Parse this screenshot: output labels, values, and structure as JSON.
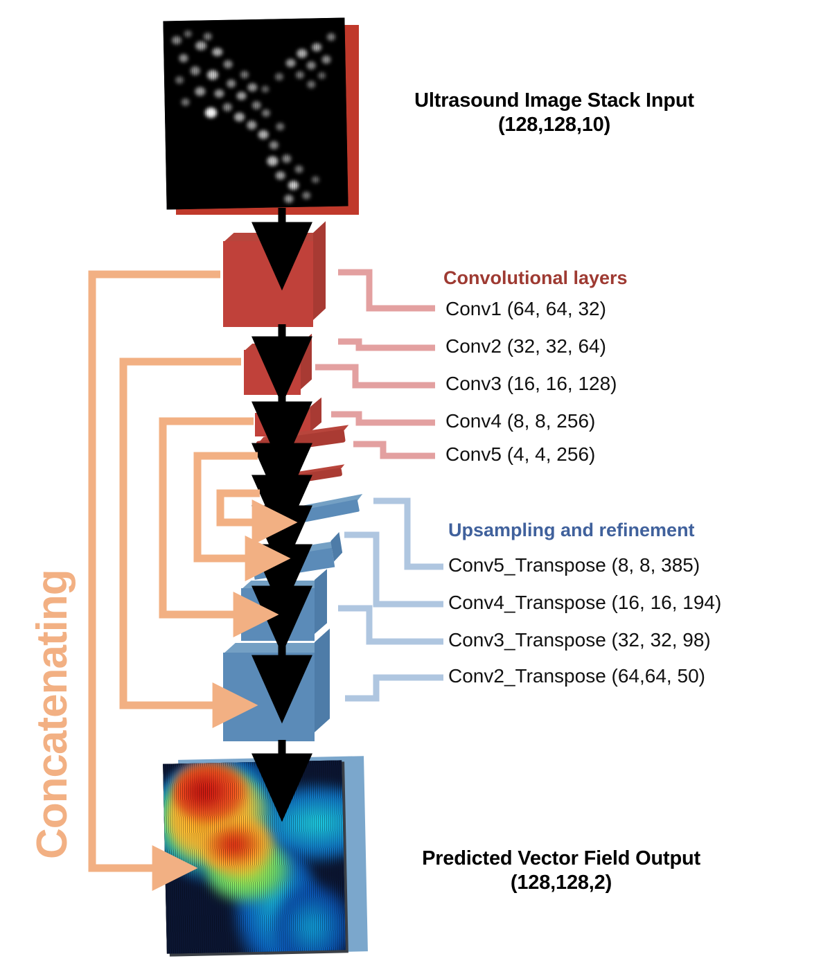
{
  "diagram": {
    "title_semantic": "Encoder-decoder CNN architecture for ultrasound vector field prediction",
    "concat_label": "Concatenating"
  },
  "input": {
    "caption_line1": "Ultrasound Image Stack Input",
    "caption_line2": "(128,128,10)",
    "shape": "(128,128,10)",
    "backplate_color": "#C0392B"
  },
  "output": {
    "caption_line1": "Predicted Vector Field Output",
    "caption_line2": "(128,128,2)",
    "shape": "(128,128,2)",
    "backplate_color": "#7BA7CC"
  },
  "encoder": {
    "header": "Convolutional layers",
    "header_color": "#9E3A32",
    "leader_color": "#E3A0A0",
    "block_color": "#C0413A",
    "items": [
      {
        "label": "Conv1 (64, 64, 32)",
        "name": "Conv1",
        "shape": "(64, 64, 32)"
      },
      {
        "label": "Conv2 (32, 32, 64)",
        "name": "Conv2",
        "shape": "(32, 32, 64)"
      },
      {
        "label": "Conv3 (16, 16, 128)",
        "name": "Conv3",
        "shape": "(16, 16, 128)"
      },
      {
        "label": "Conv4 (8, 8, 256)",
        "name": "Conv4",
        "shape": "(8, 8, 256)"
      },
      {
        "label": "Conv5 (4, 4, 256)",
        "name": "Conv5",
        "shape": "(4, 4, 256)"
      }
    ]
  },
  "decoder": {
    "header": "Upsampling and refinement",
    "header_color": "#40619C",
    "leader_color": "#AFC6E0",
    "block_color": "#5B8BB8",
    "items": [
      {
        "label": "Conv5_Transpose (8, 8, 385)",
        "name": "Conv5_Transpose",
        "shape": "(8, 8, 385)"
      },
      {
        "label": "Conv4_Transpose (16, 16, 194)",
        "name": "Conv4_Transpose",
        "shape": "(16, 16, 194)"
      },
      {
        "label": "Conv3_Transpose (32, 32, 98)",
        "name": "Conv3_Transpose",
        "shape": "(32, 32, 98)"
      },
      {
        "label": "Conv2_Transpose (64,64, 50)",
        "name": "Conv2_Transpose",
        "shape": "(64,64, 50)"
      }
    ]
  },
  "colors": {
    "skip_orange": "#F2B083",
    "arrow_black": "#000000",
    "background": "#FFFFFF"
  }
}
